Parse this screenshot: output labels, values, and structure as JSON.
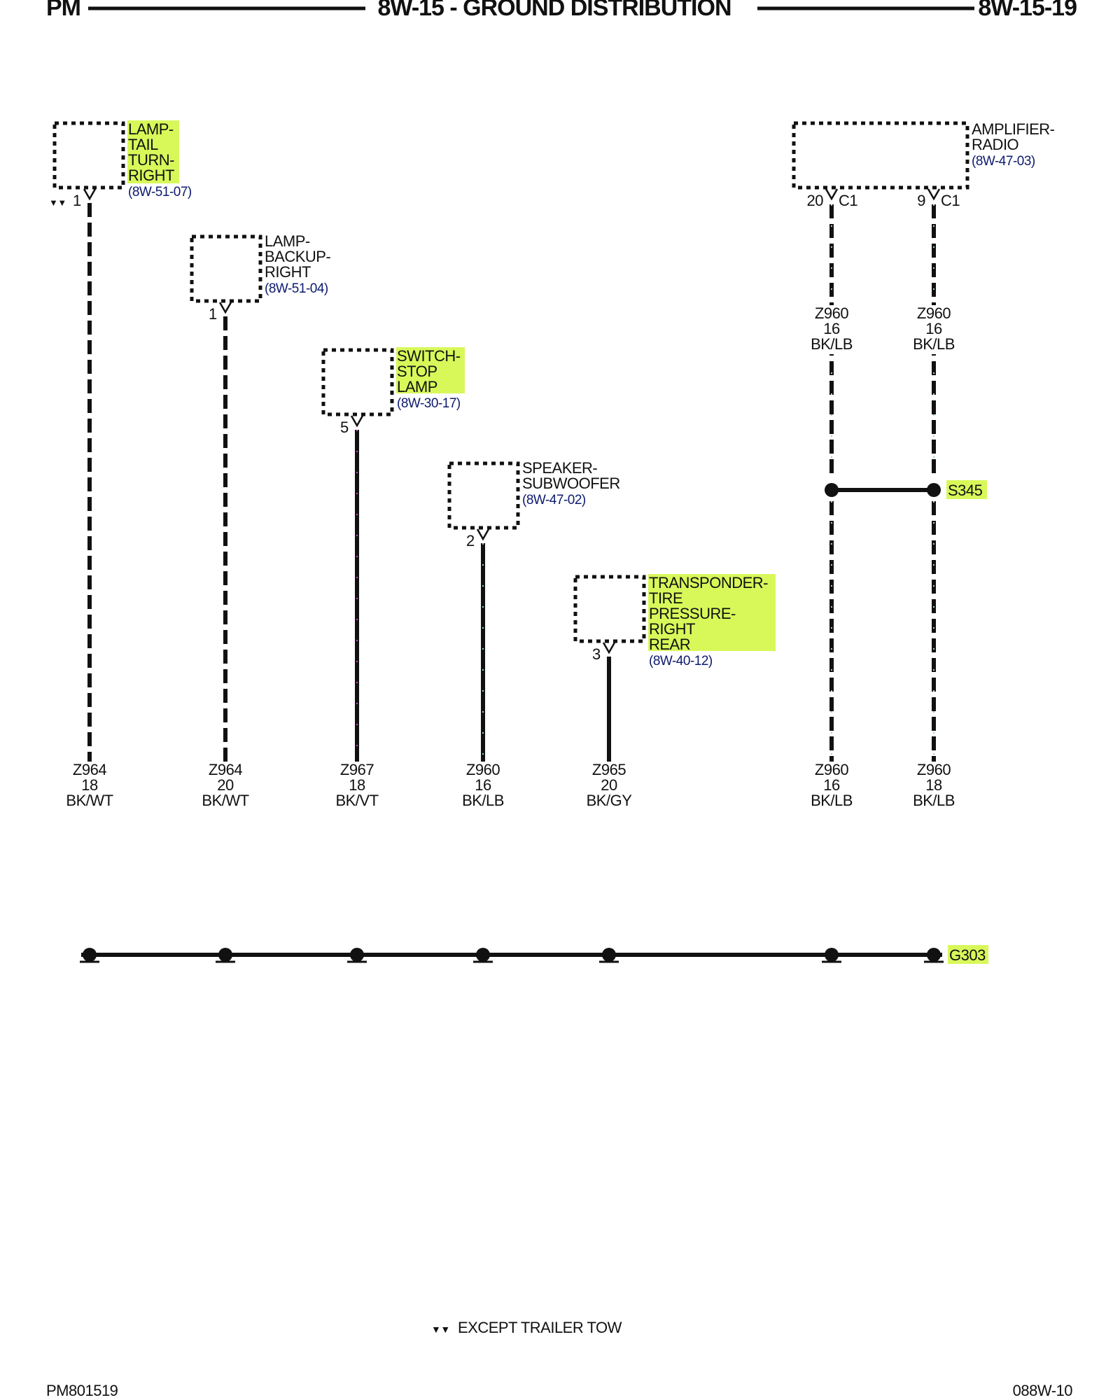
{
  "header": {
    "left": "PM",
    "title": "8W-15 - GROUND DISTRIBUTION",
    "right": "8W-15-19"
  },
  "components": {
    "lamp_tail": {
      "lines": [
        "LAMP-",
        "TAIL",
        "TURN-",
        "RIGHT"
      ],
      "ref": "(8W-51-07)",
      "pin": "1",
      "pin_prefix": "▼▼",
      "highlight": true
    },
    "lamp_backup": {
      "lines": [
        "LAMP-",
        "BACKUP-",
        "RIGHT"
      ],
      "ref": "(8W-51-04)",
      "pin": "1",
      "highlight": false
    },
    "switch_stop": {
      "lines": [
        "SWITCH-",
        "STOP",
        "LAMP"
      ],
      "ref": "(8W-30-17)",
      "pin": "5",
      "highlight": true
    },
    "speaker_sub": {
      "lines": [
        "SPEAKER-",
        "SUBWOOFER"
      ],
      "ref": "(8W-47-02)",
      "pin": "2",
      "highlight": false
    },
    "transponder": {
      "lines": [
        "TRANSPONDER-",
        "TIRE",
        "PRESSURE-",
        "RIGHT",
        "REAR"
      ],
      "ref": "(8W-40-12)",
      "pin": "3",
      "highlight": true
    },
    "amplifier": {
      "lines": [
        "AMPLIFIER-",
        "RADIO"
      ],
      "ref": "(8W-47-03)",
      "pins": [
        {
          "pin": "20",
          "connector": "C1"
        },
        {
          "pin": "9",
          "connector": "C1"
        }
      ],
      "highlight": false
    }
  },
  "wires_upper": [
    {
      "circuit": "Z960",
      "gauge": "16",
      "color": "BK/LB"
    },
    {
      "circuit": "Z960",
      "gauge": "16",
      "color": "BK/LB"
    }
  ],
  "wires_lower": [
    {
      "circuit": "Z964",
      "gauge": "18",
      "color": "BK/WT"
    },
    {
      "circuit": "Z964",
      "gauge": "20",
      "color": "BK/WT"
    },
    {
      "circuit": "Z967",
      "gauge": "18",
      "color": "BK/VT"
    },
    {
      "circuit": "Z960",
      "gauge": "16",
      "color": "BK/LB"
    },
    {
      "circuit": "Z965",
      "gauge": "20",
      "color": "BK/GY"
    },
    {
      "circuit": "Z960",
      "gauge": "16",
      "color": "BK/LB"
    },
    {
      "circuit": "Z960",
      "gauge": "18",
      "color": "BK/LB"
    }
  ],
  "splice": {
    "label": "S345"
  },
  "ground": {
    "label": "G303"
  },
  "footnote": {
    "symbol": "▼▼",
    "text": "EXCEPT TRAILER TOW"
  },
  "footer": {
    "left": "PM801519",
    "right": "088W-10"
  },
  "colors": {
    "highlight": "#d8f85a",
    "wire": "#111111",
    "tracer_lb": "#8fd3e8",
    "tracer_vt": "#d63bd6",
    "ref_text": "#0d1a6e"
  }
}
